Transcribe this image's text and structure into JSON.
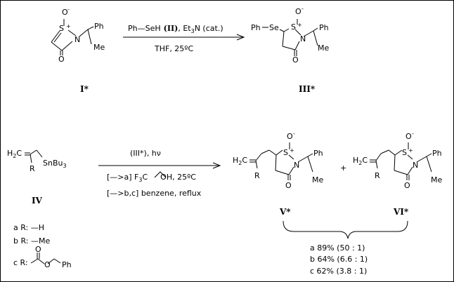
{
  "labels": {
    "c1": "I*",
    "c3": "III*",
    "c4": "IV",
    "c5": "V*",
    "c6": "VI*"
  },
  "atoms": {
    "O_minus": "O",
    "minus": "-",
    "S_plus": "S",
    "plus": "+",
    "N": "N",
    "O": "O",
    "Ph": "Ph",
    "Me": "Me",
    "PhSe": "Ph",
    "Se": "Se",
    "H2C": "H",
    "two": "2",
    "C": "C",
    "R": "R",
    "SnBu": "SnBu",
    "three": "3"
  },
  "reaction1": {
    "reagent_a": "Ph—SeH",
    "reagent_II": "(II)",
    "reagent_b": ", Et",
    "sub3": "3",
    "reagent_c": "N (cat.)",
    "conditions": "THF, 25ºC"
  },
  "reaction2": {
    "line1": "(III*),   hν",
    "line2a": "[—>a] F",
    "sub3": "3",
    "line2b": "C",
    "line2c": "OH,  25ºC",
    "line3": "[—>b,c] benzene, reflux",
    "plus": "+"
  },
  "substituents": {
    "a": "a R: —H",
    "b": "b R: —Me",
    "c_prefix": "c R:",
    "c_ph": "Ph",
    "c_o": "O"
  },
  "results": [
    "a 89% (50 : 1)",
    "b 64% (6.6 : 1)",
    "c 62% (3.8 : 1)"
  ]
}
